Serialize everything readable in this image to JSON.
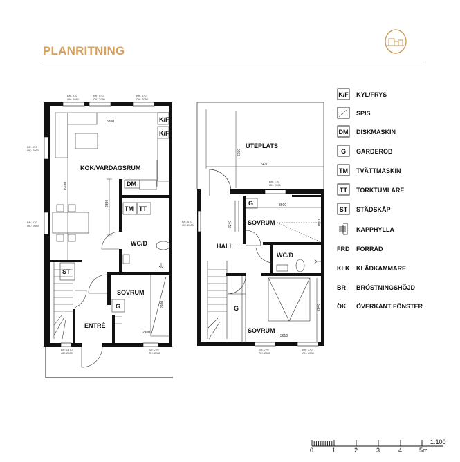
{
  "header": {
    "title": "PLANRITNING",
    "accent_color": "#d6a15f",
    "logo_icon": "house-outline-logo"
  },
  "ground_floor": {
    "rooms": [
      "KÖK/VARDAGSRUM",
      "WC/D",
      "SOVRUM",
      "ENTRÉ"
    ],
    "fixtures": [
      "K/F",
      "K/F",
      "DM",
      "TM",
      "TT",
      "ST",
      "G"
    ],
    "dimensions": [
      "5350",
      "6780",
      "2390",
      "2980",
      "2100"
    ],
    "windows": [
      {
        "br": "BR: 570",
        "ok": "ÖK: 2080"
      },
      {
        "br": "BR: 570",
        "ok": "ÖK: 2080"
      },
      {
        "br": "BR: 570",
        "ok": "ÖK: 2080"
      },
      {
        "br": "BR: 570",
        "ok": "ÖK: 2080"
      },
      {
        "br": "BR: 570",
        "ok": "ÖK: 2080"
      },
      {
        "br": "BR: 1570",
        "ok": "ÖK: 2080"
      },
      {
        "br": "BR: 770",
        "ok": "ÖK: 2080"
      }
    ]
  },
  "upper_floor": {
    "rooms": [
      "UTEPLATS",
      "SOVRUM",
      "HALL",
      "WC/D",
      "SOVRUM"
    ],
    "fixtures": [
      "G",
      "G"
    ],
    "dimensions": [
      "6030",
      "5410",
      "3600",
      "2240",
      "1810",
      "2840",
      "3610"
    ],
    "windows": [
      {
        "br": "BR: 770",
        "ok": "ÖK: 2080"
      },
      {
        "br": "BR: 570",
        "ok": "ÖK: 2080"
      },
      {
        "br": "BR: 770",
        "ok": "ÖK: 2080"
      },
      {
        "br": "BR: 770",
        "ok": "ÖK: 2080"
      }
    ]
  },
  "legend": [
    {
      "key": "K/F",
      "label": "KYL/FRYS",
      "boxed": true
    },
    {
      "key": "",
      "label": "SPIS",
      "icon": "stove-icon",
      "boxed": true
    },
    {
      "key": "DM",
      "label": "DISKMASKIN",
      "boxed": true
    },
    {
      "key": "G",
      "label": "GARDEROB",
      "boxed": true
    },
    {
      "key": "TM",
      "label": "TVÄTTMASKIN",
      "boxed": true
    },
    {
      "key": "TT",
      "label": "TORKTUMLARE",
      "boxed": true
    },
    {
      "key": "ST",
      "label": "STÄDSKÅP",
      "boxed": true
    },
    {
      "key": "",
      "label": "KAPPHYLLA",
      "icon": "coat-rack-icon",
      "boxed": false
    },
    {
      "key": "FRD",
      "label": "FÖRRÅD",
      "boxed": false
    },
    {
      "key": "KLK",
      "label": "KLÄDKAMMARE",
      "boxed": false
    },
    {
      "key": "BR",
      "label": "BRÖSTNINGSHÖJD",
      "boxed": false
    },
    {
      "key": "ÖK",
      "label": "ÖVERKANT FÖNSTER",
      "boxed": false
    }
  ],
  "scale_bar": {
    "ticks": [
      "0",
      "1",
      "2",
      "3",
      "4",
      "5m"
    ],
    "ratio": "1:100"
  }
}
